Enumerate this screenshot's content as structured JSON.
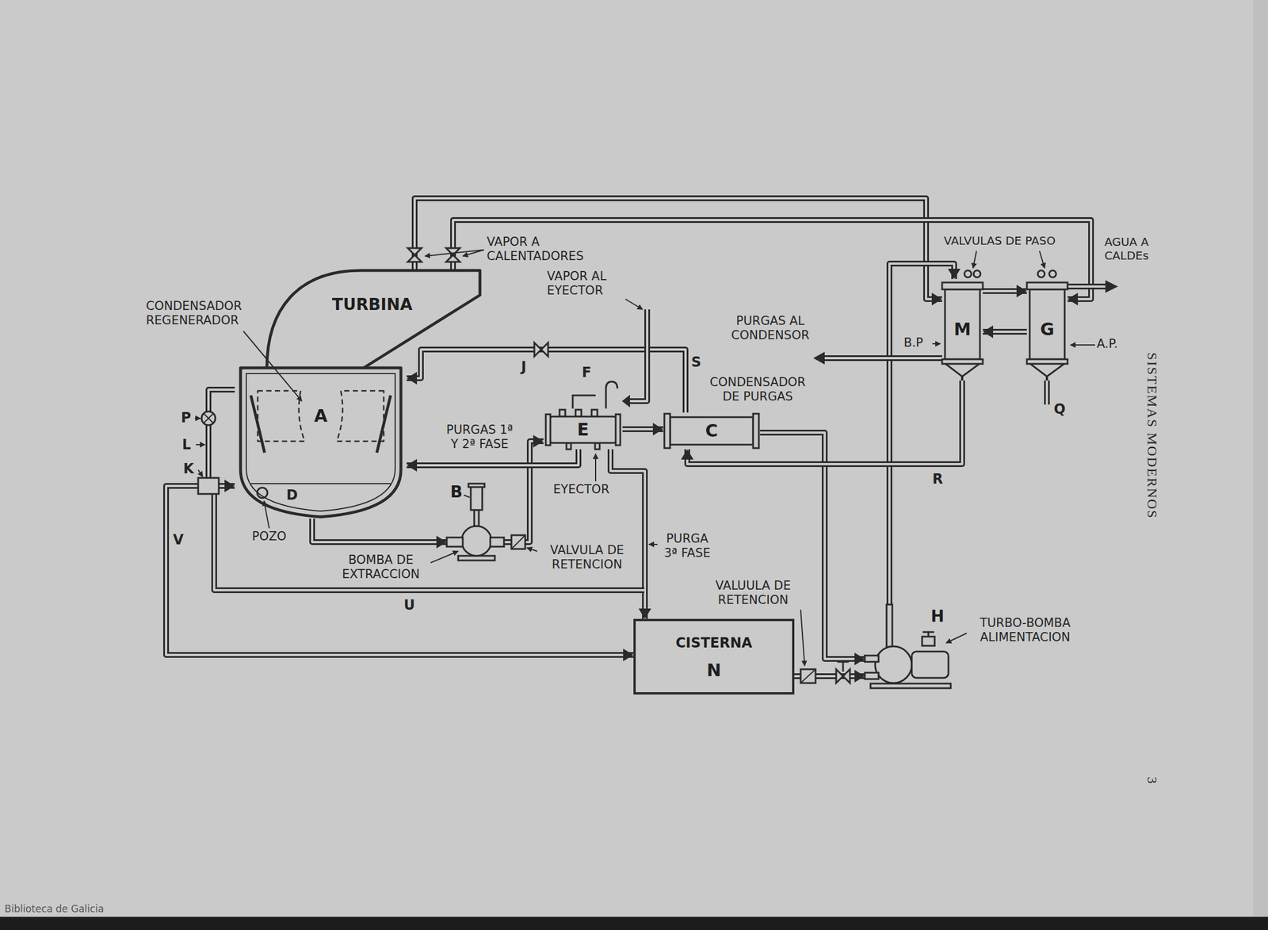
{
  "diagram": {
    "nodes": [
      {
        "text": [
          "TURBINA"
        ]
      },
      {
        "text": [
          "A"
        ]
      },
      {
        "text": [
          "E"
        ]
      },
      {
        "text": [
          "C"
        ]
      },
      {
        "text": [
          "M"
        ]
      },
      {
        "text": [
          "G"
        ]
      },
      {
        "text": [
          "B"
        ]
      },
      {
        "text": [
          "CISTERNA",
          "N"
        ]
      },
      {
        "text": [
          "H"
        ]
      }
    ],
    "edges": [
      {
        "from": 0,
        "to": 4,
        "arrow": "to"
      },
      {
        "from": 0,
        "to": 5,
        "arrow": "to"
      },
      {
        "from": 1,
        "to": 6,
        "arrow": "to"
      },
      {
        "from": 6,
        "to": 2,
        "arrow": "to"
      },
      {
        "from": 2,
        "to": 3,
        "arrow": "to"
      },
      {
        "from": 3,
        "to": 8,
        "arrow": "to"
      },
      {
        "from": 7,
        "to": 8,
        "arrow": "to"
      },
      {
        "from": 8,
        "to": 4,
        "arrow": "to"
      },
      {
        "from": 4,
        "to": 5,
        "arrow": "to"
      },
      {
        "from": 5,
        "to": 4,
        "arrow": "to"
      },
      {
        "from": 4,
        "to": 3,
        "arrow": "to"
      },
      {
        "from": 2,
        "to": 1,
        "arrow": "to"
      },
      {
        "from": 3,
        "to": 1,
        "arrow": "to"
      },
      {
        "from": 2,
        "to": 7,
        "arrow": "to"
      },
      {
        "from": 7,
        "to": 1,
        "arrow": "both"
      }
    ],
    "labels": [
      "CONDENSADOR REGENERADOR",
      "VAPOR A CALENTADORES",
      "VAPOR AL EYECTOR",
      "VALVULAS DE PASO",
      "AGUA A CALDEs",
      "PURGAS AL CONDENSOR",
      "B.P",
      "A.P.",
      "P",
      "L",
      "K",
      "D",
      "POZO",
      "J",
      "F",
      "S",
      "CONDENSADOR DE PURGAS",
      "PURGAS 1ª Y 2ª FASE",
      "EYECTOR",
      "BOMBA DE EXTRACCION",
      "VALVULA DE RETENCION",
      "PURGA 3ª FASE",
      "R",
      "Q",
      "V",
      "U",
      "VALUULA DE RETENCION",
      "TURBO-BOMBA ALIMENTACION",
      "SISTEMAS MODERNOS",
      "3",
      "Biblioteca de Galicia"
    ]
  }
}
